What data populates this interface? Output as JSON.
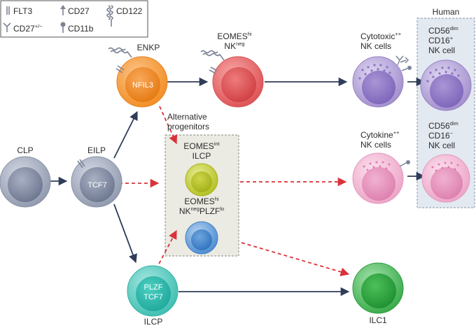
{
  "legend": {
    "flt3": "FLT3",
    "cd27": "CD27",
    "cd122": "CD122",
    "cd27_var": "CD27",
    "cd27_var_sup": "+/−",
    "cd11b": "CD11b"
  },
  "nodes": {
    "clp": "CLP",
    "eilp": "EILP",
    "eilp_inner": "TCF7",
    "enkp": "ENKP",
    "enkp_inner": "NFIL3",
    "ilcp_inner_1": "PLZF",
    "ilcp_inner_2": "TCF7",
    "ilcp": "ILCP",
    "eomes_hi_a": "EOMES",
    "eomes_hi_a_sup": "hi",
    "nk_neg_a": "NK",
    "nk_neg_a_sup": "neg",
    "alt_title_1": "Alternative",
    "alt_title_2": "progenitors",
    "eomes_int": "EOMES",
    "eomes_int_sup": "int",
    "ilcp2": "ILCP",
    "eomes_hi_b": "EOMES",
    "eomes_hi_b_sup": "hi",
    "nk_b": "NK",
    "nk_b_sup": "neg",
    "plzf_b": "PLZF",
    "plzf_b_sup": "lo",
    "cytotoxic": "Cytotoxic",
    "cytotoxic_sup": "++",
    "cytotoxic_2": "NK cells",
    "cytokine": "Cytokine",
    "cytokine_sup": "++",
    "cytokine_2": "NK cells",
    "ilc1": "ILC1"
  },
  "human": {
    "title": "Human",
    "a_cd56": "CD56",
    "a_cd56_sup": "dim",
    "a_cd16": "CD16",
    "a_cd16_sup": "+",
    "a_nk": "NK cell",
    "b_cd56": "CD56",
    "b_cd56_sup": "dim",
    "b_cd16": "CD16",
    "b_cd16_sup": "−",
    "b_nk": "NK cell"
  },
  "colors": {
    "grey_cell": "#a9b0c2",
    "orange_cell": "#f7a043",
    "red_cell": "#e86a6a",
    "purple_cell": "#b4a3d8",
    "pink_cell": "#f3b6d2",
    "yellow_cell": "#c7d23d",
    "blue_cell": "#5b9ad8",
    "teal_cell": "#4cc9bd",
    "green_cell": "#3bb94e",
    "solid_arrow": "#2f3d5a",
    "dashed_arrow": "#d8333a",
    "alt_box_fill": "#ebebe3",
    "human_box_fill": "#e3e9f1"
  }
}
